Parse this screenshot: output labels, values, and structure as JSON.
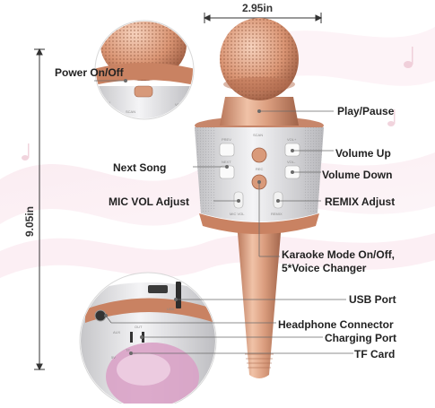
{
  "dimensions": {
    "width": "2.95in",
    "height": "9.05in"
  },
  "labels": {
    "power": "Power On/Off",
    "play_pause": "Play/Pause",
    "next_song": "Next Song",
    "volume_up": "Volume Up",
    "volume_down": "Volume Down",
    "mic_vol": "MIC VOL Adjust",
    "remix": "REMIX Adjust",
    "karaoke_line1": "Karaoke Mode On/Off,",
    "karaoke_line2": "5*Voice Changer",
    "usb_port": "USB Port",
    "headphone": "Headphone Connector",
    "charging": "Charging Port",
    "tf_card": "TF Card"
  },
  "panel_text": {
    "prev": "PREV",
    "scan": "SCAN",
    "vol_plus": "VOL+",
    "next": "NEXT",
    "vol_minus": "VOL-",
    "rec": "REC",
    "mic_vol": "MIC VOL",
    "remix": "REMIX",
    "usb": "USB",
    "tf": "TF",
    "five_v": "5V",
    "aux": "AUX",
    "out": "OUT"
  },
  "colors": {
    "rose_gold": "#d79a78",
    "rose_dark": "#a86848",
    "silver": "#e4e4e6",
    "line": "#6a6a6a"
  }
}
